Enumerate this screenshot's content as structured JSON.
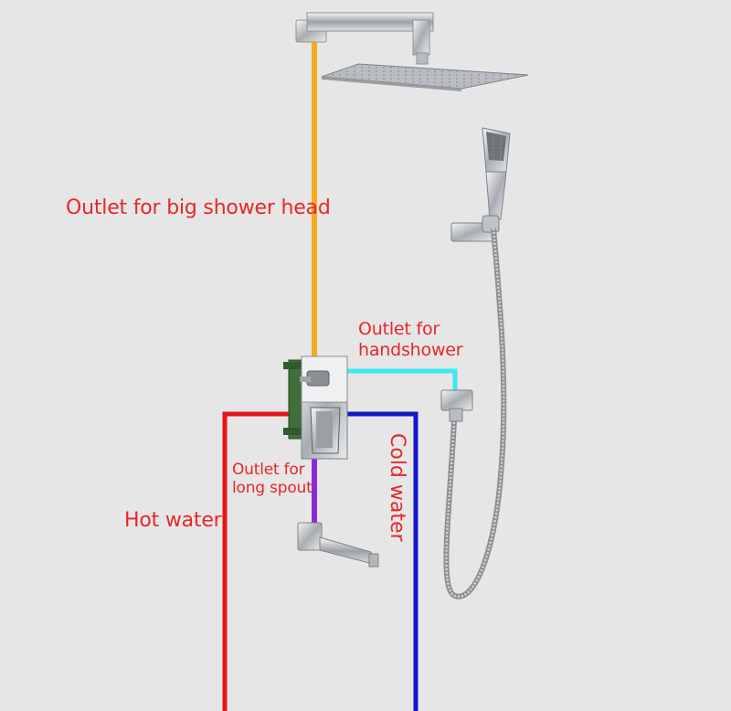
{
  "labels": {
    "big_shower_head": "Outlet for big shower head",
    "handshower_line1": "Outlet for",
    "handshower_line2": "handshower",
    "long_spout_line1": "Outlet for",
    "long_spout_line2": "long spout",
    "hot_water": "Hot water",
    "cold_water": "Cold water"
  },
  "colors": {
    "background": "#e6e6e6",
    "big_shower_pipe": "#f2ac1e",
    "handshower_pipe": "#3ee8ee",
    "long_spout_pipe": "#8a2bd6",
    "hot_water_pipe": "#e8141b",
    "cold_water_pipe": "#1317c8",
    "label_text": "#e8262b",
    "chrome": "#c4c8cc"
  }
}
